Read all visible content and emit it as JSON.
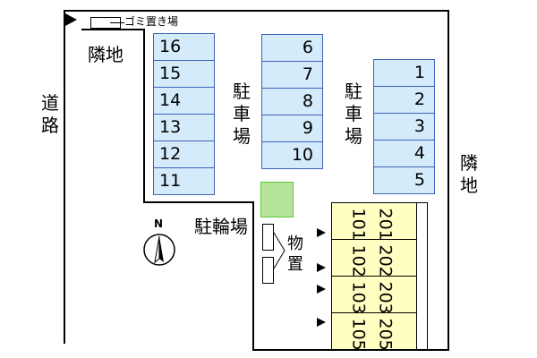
{
  "map": {
    "neighbor_top_left": "隣地",
    "neighbor_right": "隣地",
    "road": "道路",
    "garbage": "ゴミ置き場",
    "parking_label": "駐車場",
    "bicycle_parking": "駐輪場",
    "storage": "物置",
    "north": "N"
  },
  "parking_left": [
    "16",
    "15",
    "14",
    "13",
    "12",
    "11"
  ],
  "parking_center": [
    "6",
    "7",
    "8",
    "9",
    "10"
  ],
  "parking_right": [
    "1",
    "2",
    "3",
    "4",
    "5"
  ],
  "units_upper": [
    "201",
    "202",
    "203",
    "205"
  ],
  "units_lower": [
    "101",
    "102",
    "103",
    "105"
  ],
  "colors": {
    "slot_fill": "#d3ebfa",
    "slot_border": "#3f63b8",
    "unit_fill": "#ffffc2",
    "bicycle_fill": "#b6e39a",
    "bicycle_border": "#5cc83a"
  }
}
